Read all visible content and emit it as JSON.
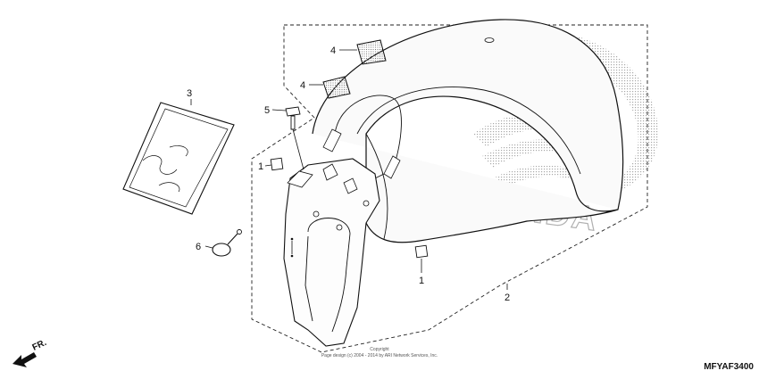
{
  "diagram": {
    "callouts": [
      {
        "id": "1",
        "label": "1"
      },
      {
        "id": "1b",
        "label": "1"
      },
      {
        "id": "2",
        "label": "2"
      },
      {
        "id": "3",
        "label": "3"
      },
      {
        "id": "4",
        "label": "4"
      },
      {
        "id": "4b",
        "label": "4"
      },
      {
        "id": "5",
        "label": "5"
      },
      {
        "id": "6",
        "label": "6"
      }
    ],
    "watermark": "HONDA",
    "fr_label": "FR.",
    "reference_code": "MFYAF3400",
    "copyright_line1": "Copyright",
    "copyright_line2": "Page design (c) 2004 - 2014 by ARI Network Services, Inc."
  }
}
